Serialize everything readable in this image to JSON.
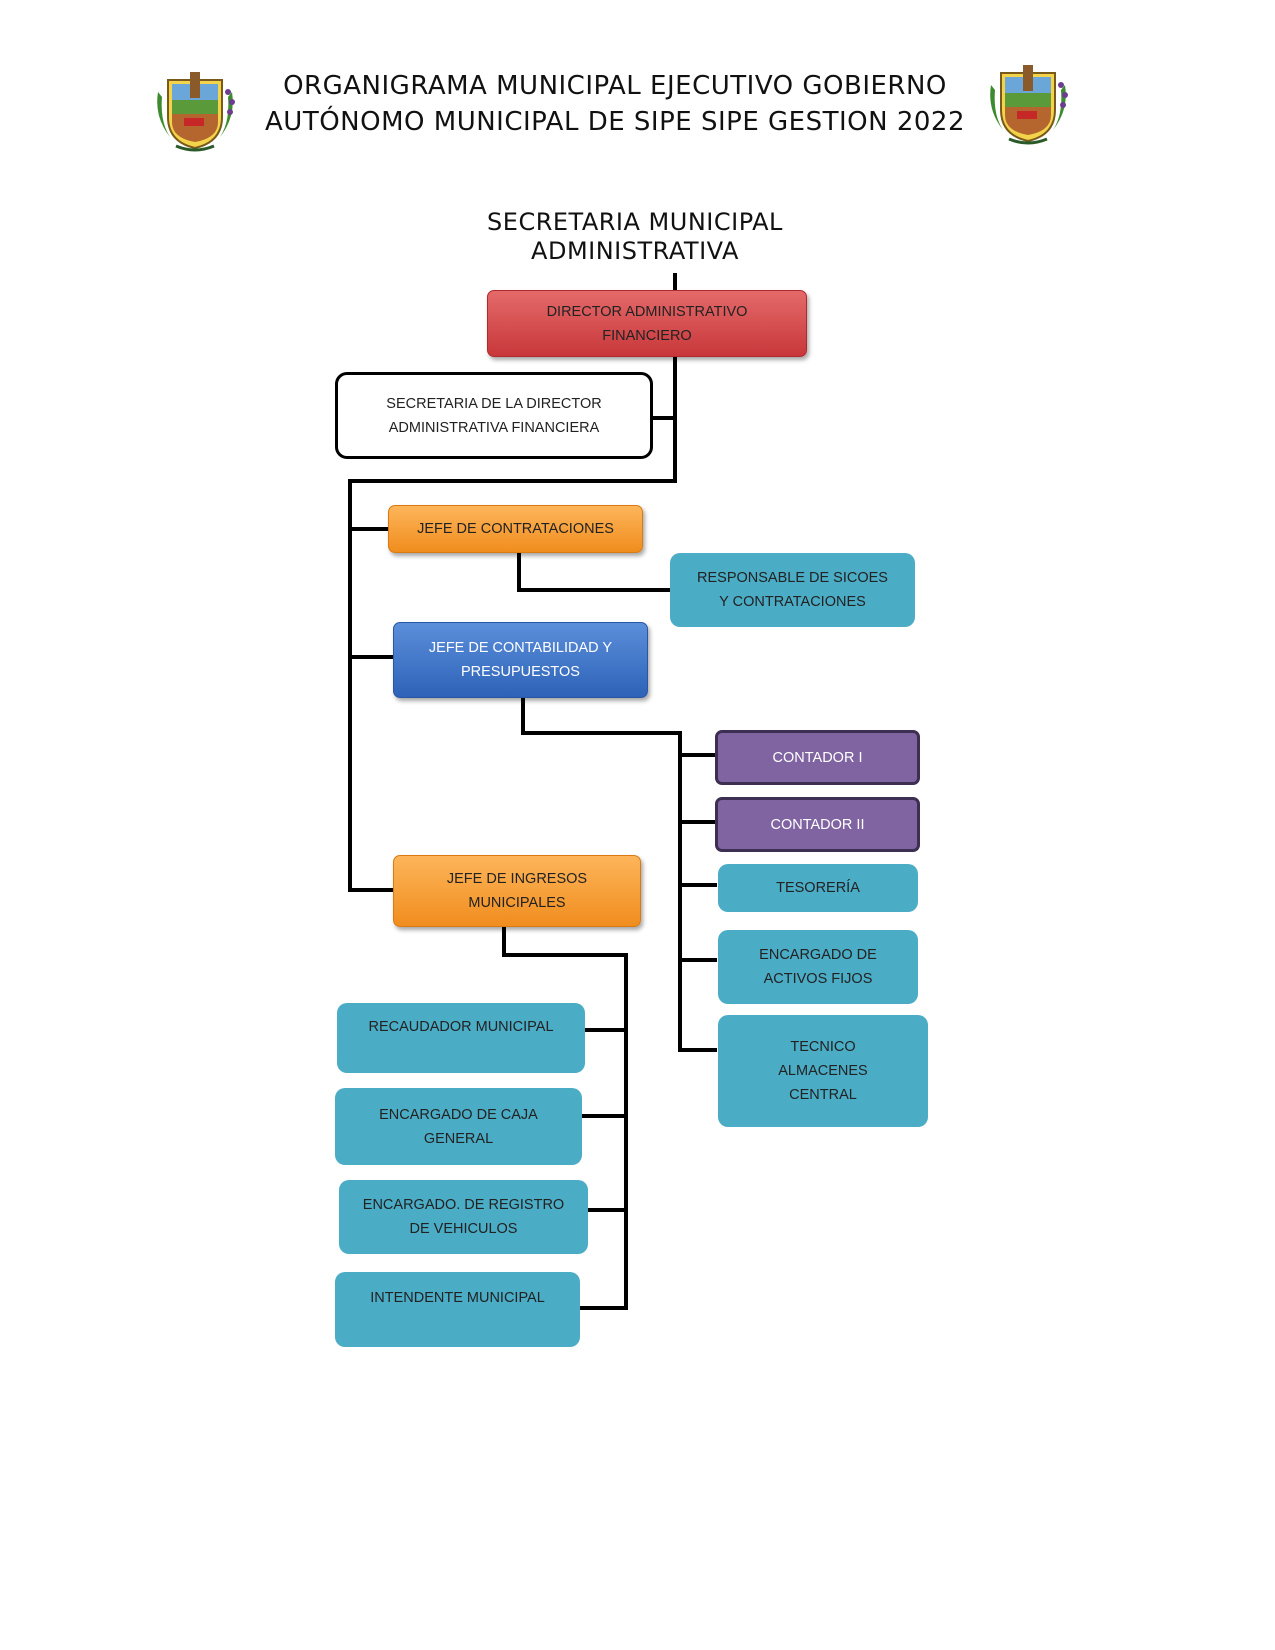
{
  "header": {
    "title_line1": "ORGANIGRAMA MUNICIPAL EJECUTIVO GOBIERNO",
    "title_line2": "AUTÓNOMO MUNICIPAL DE SIPE SIPE GESTION 2022"
  },
  "section": {
    "line1": "SECRETARIA MUNICIPAL",
    "line2": "ADMINISTRATIVA"
  },
  "nodes": {
    "director": [
      "DIRECTOR ADMINISTRATIVO",
      "FINANCIERO"
    ],
    "secretaria": [
      "SECRETARIA DE LA DIRECTOR",
      "ADMINISTRATIVA FINANCIERA"
    ],
    "contrataciones": [
      "JEFE DE CONTRATACIONES"
    ],
    "sicoes": [
      "RESPONSABLE DE SICOES",
      "Y CONTRATACIONES"
    ],
    "contabilidad": [
      "JEFE DE CONTABILIDAD Y",
      "PRESUPUESTOS"
    ],
    "contador1": [
      "CONTADOR I"
    ],
    "contador2": [
      "CONTADOR II"
    ],
    "tesoreria": [
      "TESORERÍA"
    ],
    "activos": [
      "ENCARGADO DE",
      "ACTIVOS FIJOS"
    ],
    "almacenes": [
      "TECNICO",
      "ALMACENES",
      "CENTRAL"
    ],
    "ingresos": [
      "JEFE DE INGRESOS",
      "MUNICIPALES"
    ],
    "recaudador": [
      "RECAUDADOR MUNICIPAL"
    ],
    "caja": [
      "ENCARGADO DE CAJA",
      "GENERAL"
    ],
    "vehiculos": [
      "ENCARGADO. DE REGISTRO",
      "DE VEHICULOS"
    ],
    "intendente": [
      "INTENDENTE MUNICIPAL"
    ]
  },
  "colors": {
    "red": "#c8373a",
    "orange": "#f08d1e",
    "blue": "#2e62b8",
    "teal": "#4bacc6",
    "purple": "#8064a2"
  },
  "icons": {
    "left_seal": "municipal-seal-icon",
    "right_seal": "municipal-seal-icon"
  }
}
